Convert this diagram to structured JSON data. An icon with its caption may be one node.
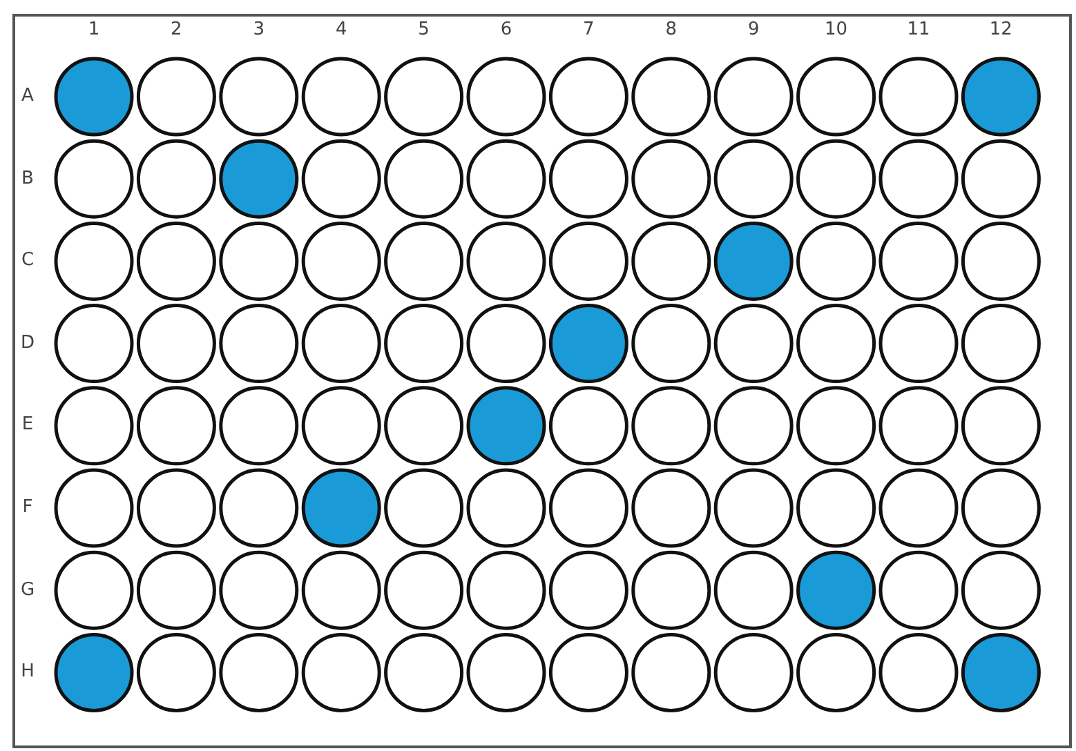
{
  "diagram": {
    "labels": [
      "1",
      "2",
      "3",
      "4",
      "5",
      "6",
      "7",
      "8",
      "9",
      "10",
      "11",
      "12",
      "A",
      "B",
      "C",
      "D",
      "E",
      "F",
      "G",
      "H"
    ]
  }
}
